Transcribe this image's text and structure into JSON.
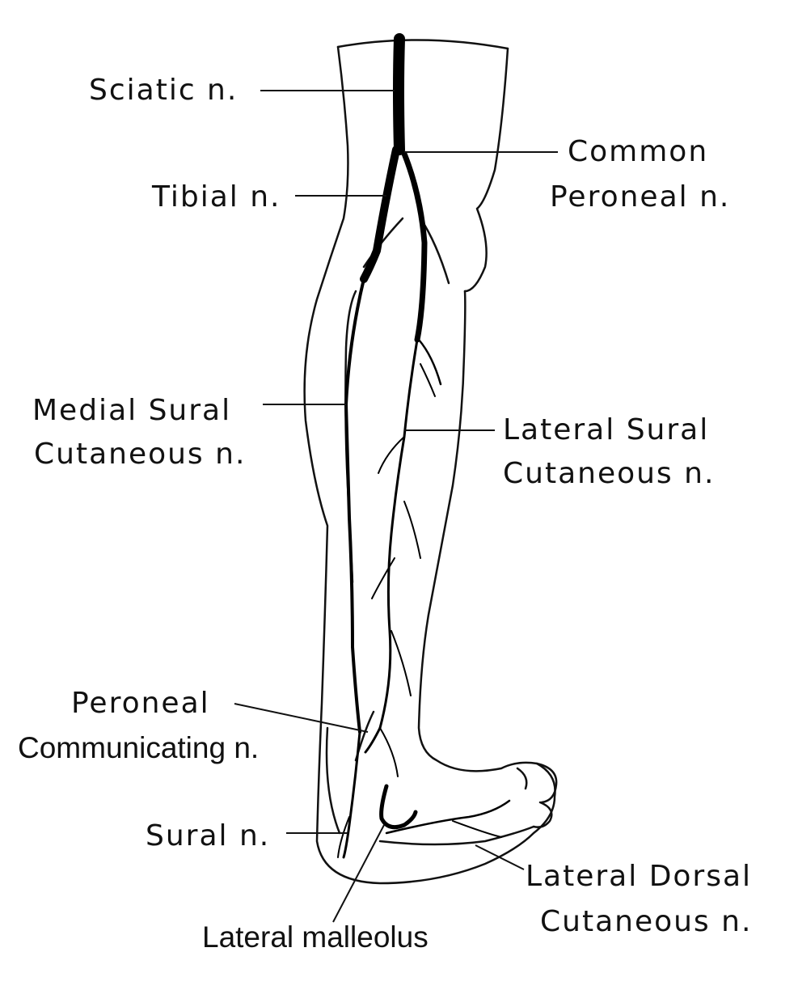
{
  "labels": {
    "sciatic": "Sciatic n.",
    "tibial": "Tibial n.",
    "common_peroneal_1": "Common",
    "common_peroneal_2": "Peroneal n.",
    "medial_sural_1": "Medial Sural",
    "medial_sural_2": "Cutaneous n.",
    "lateral_sural_1": "Lateral Sural",
    "lateral_sural_2": "Cutaneous n.",
    "peroneal_comm_1": "Peroneal",
    "peroneal_comm_2": "Communicating n.",
    "sural": "Sural n.",
    "lateral_dorsal_1": "Lateral Dorsal",
    "lateral_dorsal_2": "Cutaneous n.",
    "lateral_malleolus": "Lateral malleolus"
  }
}
